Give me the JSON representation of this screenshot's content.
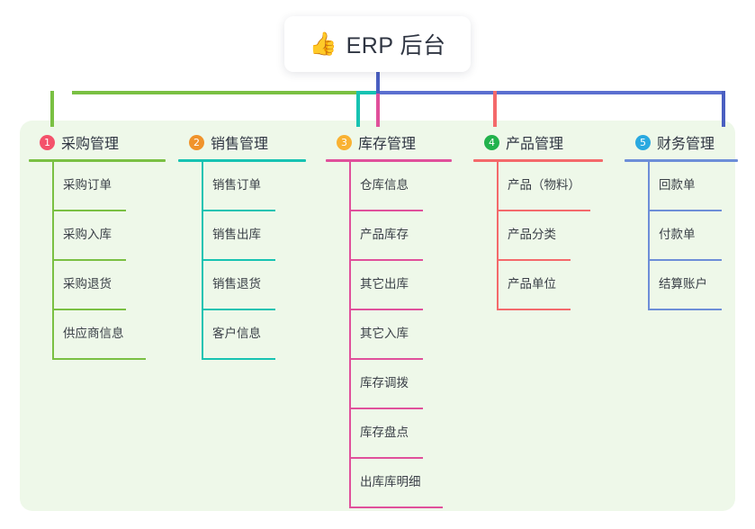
{
  "diagram": {
    "type": "mindmap",
    "title": "ERP 后台",
    "root": {
      "emoji": "👍",
      "emoji_name": "thumbs-up-icon",
      "label": "ERP 后台"
    },
    "panel_color": "#eef8e9",
    "stem_color": "#4a5fc1",
    "branches": [
      {
        "index": "1",
        "title": "采购管理",
        "color": "#7ac043",
        "badge_color": "#f4526b",
        "drop_color": "#7ac043",
        "items": [
          "采购订单",
          "采购入库",
          "采购退货",
          "供应商信息"
        ]
      },
      {
        "index": "2",
        "title": "销售管理",
        "color": "#17c3b2",
        "badge_color": "#f0932b",
        "drop_color": "#17c3b2",
        "items": [
          "销售订单",
          "销售出库",
          "销售退货",
          "客户信息"
        ]
      },
      {
        "index": "3",
        "title": "库存管理",
        "color": "#e0509b",
        "badge_color": "#f9b233",
        "drop_color": "#e0509b",
        "items": [
          "仓库信息",
          "产品库存",
          "其它出库",
          "其它入库",
          "库存调拨",
          "库存盘点",
          "出库库明细"
        ]
      },
      {
        "index": "4",
        "title": "产品管理",
        "color": "#f4696b",
        "badge_color": "#22b24c",
        "drop_color": "#f4696b",
        "items": [
          "产品（物料）",
          "产品分类",
          "产品单位"
        ]
      },
      {
        "index": "5",
        "title": "财务管理",
        "color": "#6d8ed8",
        "badge_color": "#2aa9e0",
        "drop_color": "#4a5fc1",
        "items": [
          "回款单",
          "付款单",
          "结算账户"
        ]
      }
    ],
    "connector_bar": [
      {
        "name": "bar-segment-left-green",
        "color": "#7ac043"
      },
      {
        "name": "bar-segment-teal",
        "color": "#17c3b2"
      },
      {
        "name": "bar-segment-right-blue",
        "color": "#5b6fd0"
      }
    ]
  }
}
